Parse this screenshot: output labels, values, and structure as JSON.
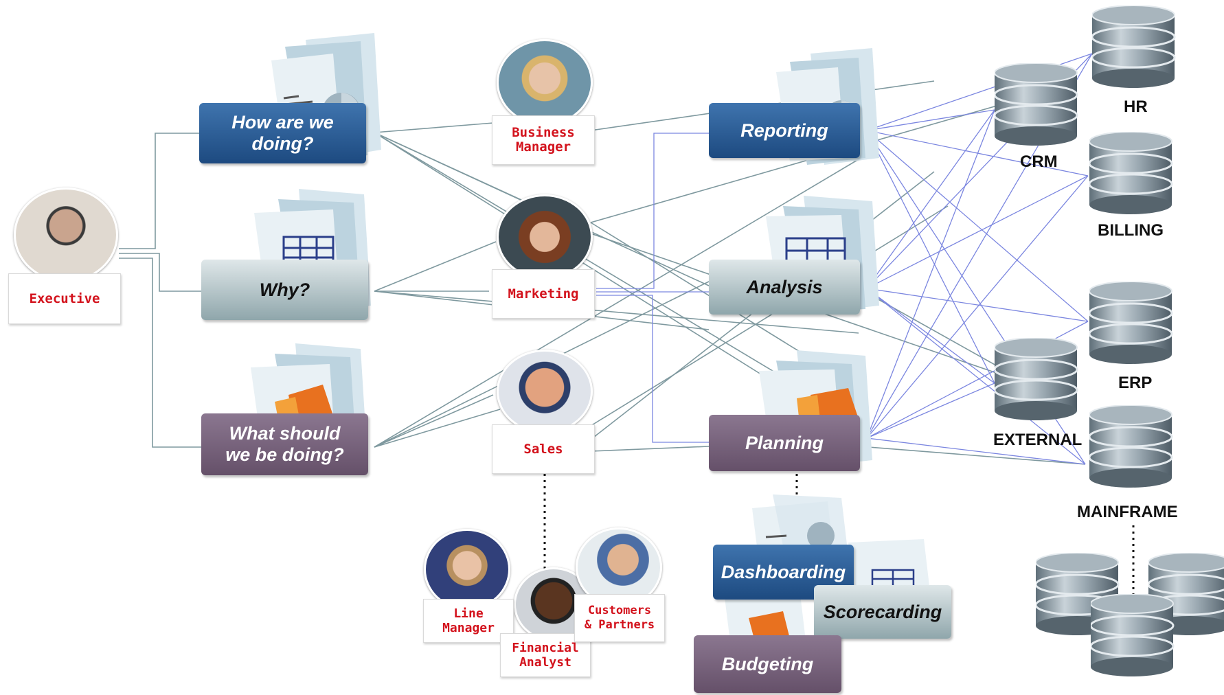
{
  "questions": {
    "how": "How are we doing?",
    "why": "Why?",
    "what": "What should we be doing?"
  },
  "personas": {
    "executive": "Executive",
    "business_manager": "Business Manager",
    "marketing": "Marketing",
    "sales": "Sales",
    "line_manager": "Line Manager",
    "financial_analyst": "Financial Analyst",
    "customers_partners": "Customers & Partners"
  },
  "functions": {
    "reporting": "Reporting",
    "analysis": "Analysis",
    "planning": "Planning",
    "dashboarding": "Dashboarding",
    "scorecarding": "Scorecarding",
    "budgeting": "Budgeting"
  },
  "sources": {
    "hr": "HR",
    "crm": "CRM",
    "billing": "BILLING",
    "erp": "ERP",
    "external": "EXTERNAL",
    "mainframe": "MAINFRAME"
  },
  "colors": {
    "blue_box": "#1d4a80",
    "gray_box": "#8fa6ab",
    "purple_box": "#655069",
    "persona_red": "#d3121c",
    "gray_line": "#7f999f",
    "blue_line": "#7b86e0"
  }
}
